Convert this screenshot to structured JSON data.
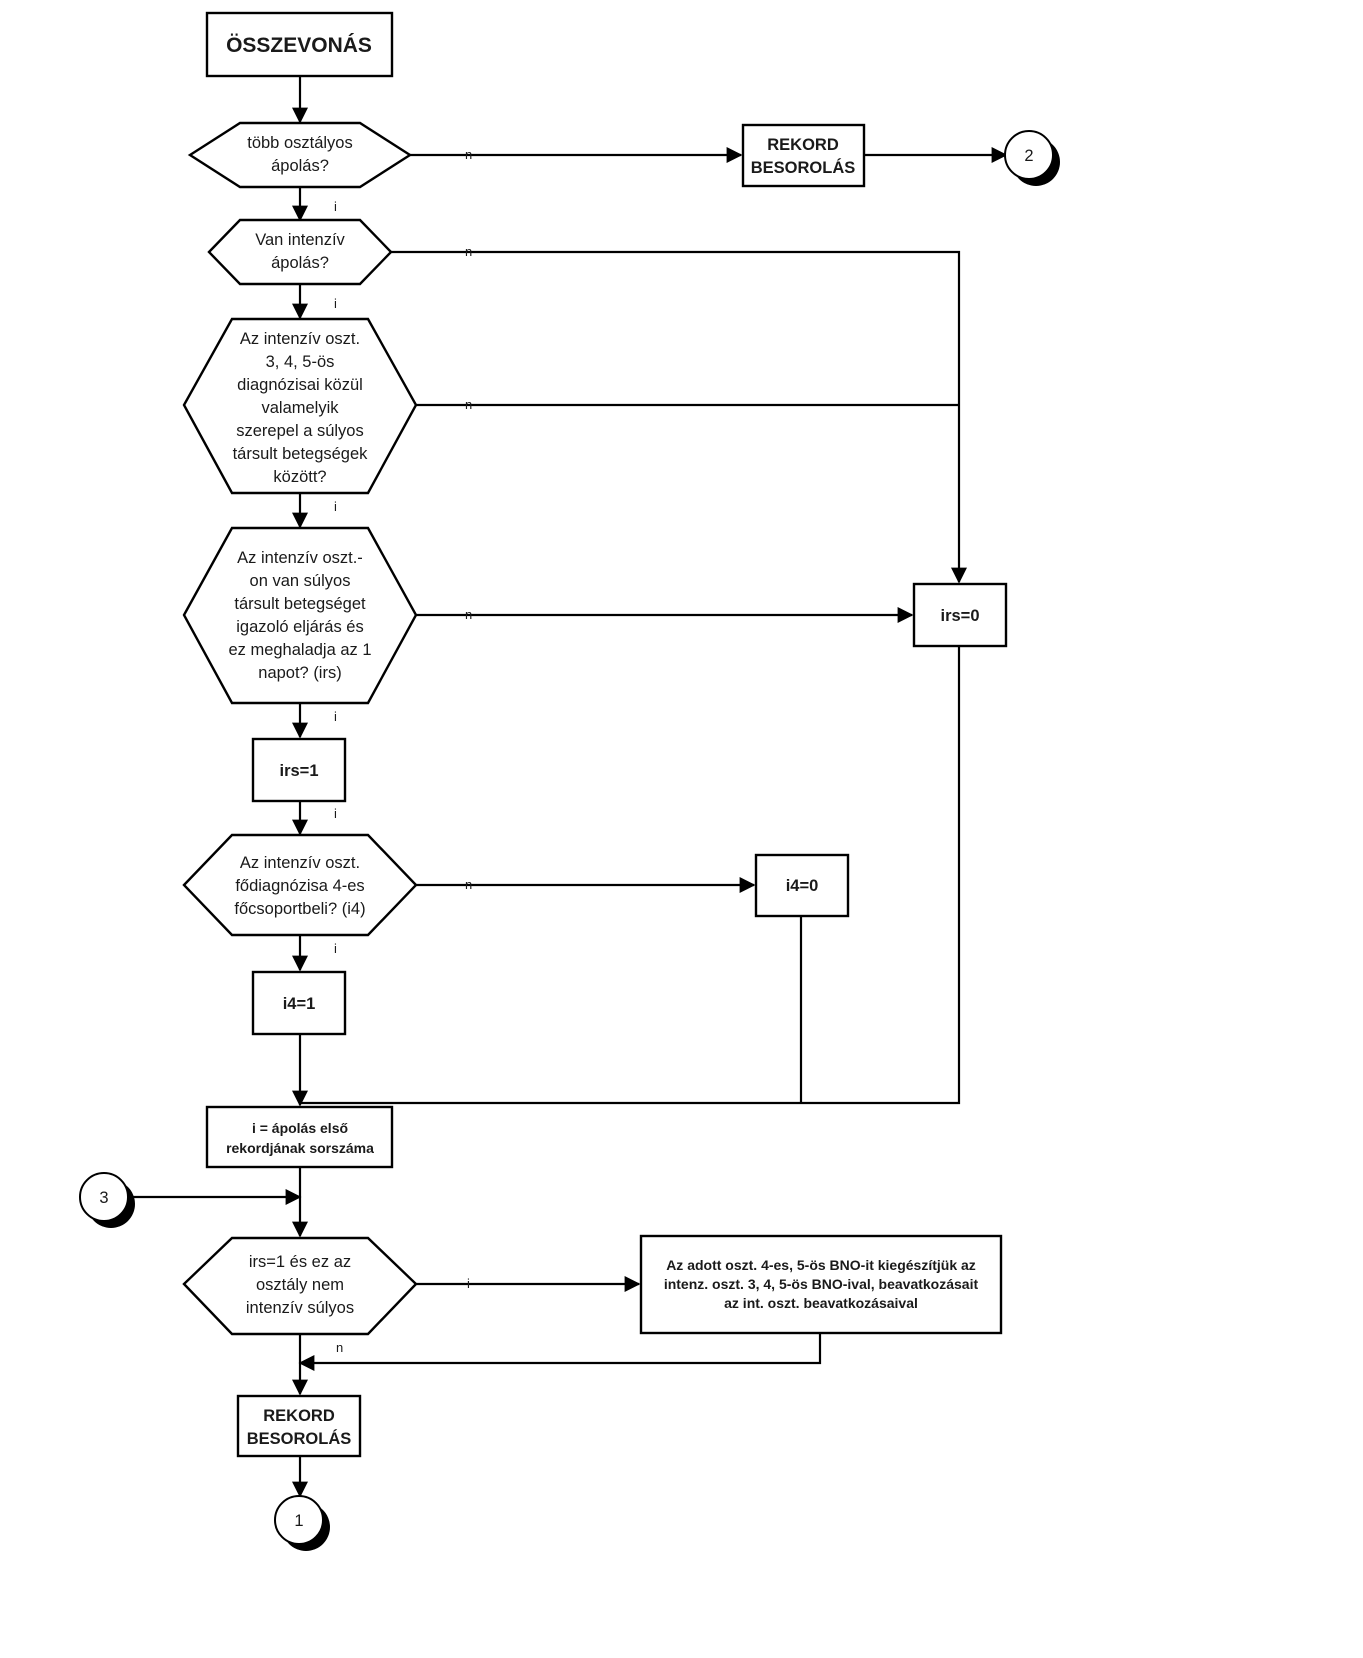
{
  "start": "ÖSSZEVONÁS",
  "decisions": {
    "d1": [
      "több osztályos",
      "ápolás?"
    ],
    "d2": [
      "Van intenzív",
      "ápolás?"
    ],
    "d3": [
      "Az intenzív oszt.",
      "3, 4, 5-ös",
      "diagnózisai közül",
      "valamelyik",
      "szerepel a súlyos",
      "társult betegségek",
      "között?"
    ],
    "d4": [
      "Az intenzív oszt.-",
      "on van súlyos",
      "társult betegséget",
      "igazoló eljárás és",
      "ez meghaladja az 1",
      "napot? (irs)"
    ],
    "d5": [
      "Az intenzív oszt.",
      "fődiagnózisa 4-es",
      "főcsoportbeli? (i4)"
    ],
    "d6": [
      "irs=1 és ez az",
      "osztály nem",
      "intenzív súlyos"
    ]
  },
  "processes": {
    "rekord_top": [
      "REKORD",
      "BESOROLÁS"
    ],
    "irs0": "irs=0",
    "irs1": "irs=1",
    "i4_0": "i4=0",
    "i4_1": "i4=1",
    "i_assign": [
      "i = ápolás első",
      "rekordjának sorszáma"
    ],
    "merge_bno": [
      "Az adott oszt. 4-es, 5-ös BNO-it kiegészítjük az",
      "intenz. oszt. 3, 4, 5-ös BNO-ival, beavatkozásait",
      "az int. oszt. beavatkozásaival"
    ],
    "rekord_bottom": [
      "REKORD",
      "BESOROLÁS"
    ]
  },
  "connectors": {
    "c2": "2",
    "c3": "3",
    "c1": "1"
  },
  "edge_labels": {
    "yes": "i",
    "no": "n"
  }
}
